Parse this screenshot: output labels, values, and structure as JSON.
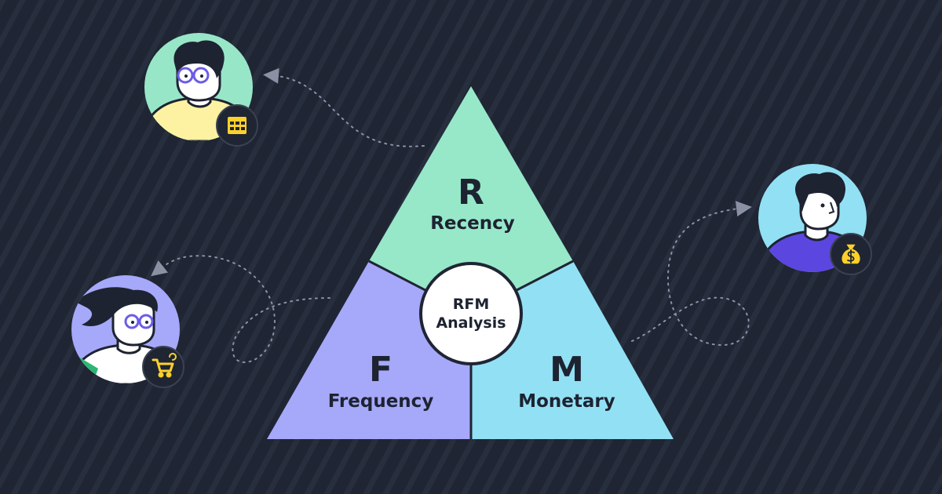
{
  "colors": {
    "background": "#1f2533",
    "stripe": "#272e3d",
    "recency": "#97e8c9",
    "frequency": "#a6a8f9",
    "monetary": "#92e0f4",
    "outline": "#1f2533",
    "center_fill": "#ffffff",
    "ink": "#1d2331",
    "badge": "#1f2533",
    "badge_icon": "#fdd12b",
    "path": "#8b91a3"
  },
  "center": {
    "line1": "RFM",
    "line2": "Analysis"
  },
  "segments": {
    "recency": {
      "letter": "R",
      "label": "Recency"
    },
    "frequency": {
      "letter": "F",
      "label": "Frequency"
    },
    "monetary": {
      "letter": "M",
      "label": "Monetary"
    }
  },
  "people": [
    {
      "id": "recency-customer",
      "bg": "#98e6c8",
      "shirt": "#fdf2a1",
      "badge_icon": "calendar-icon"
    },
    {
      "id": "frequency-customer",
      "bg": "#a6a8f9",
      "shirt": "#ffffff",
      "badge_icon": "shopping-cart-icon"
    },
    {
      "id": "monetary-customer",
      "bg": "#92e0f4",
      "shirt": "#5b46e0",
      "badge_icon": "money-bag-icon"
    }
  ]
}
